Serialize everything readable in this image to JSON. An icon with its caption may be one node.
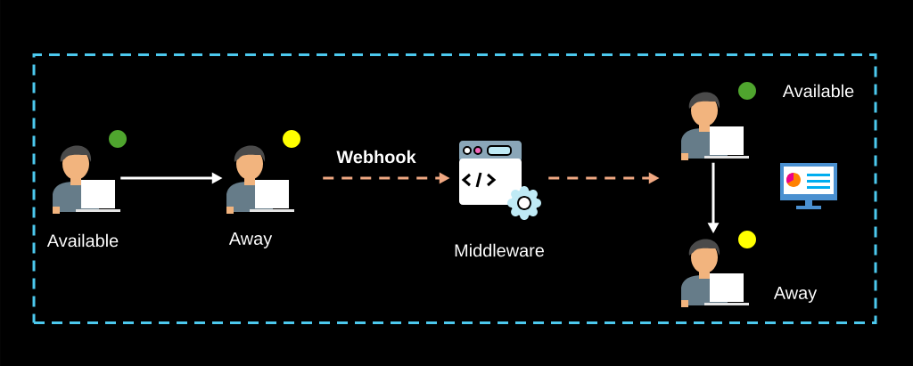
{
  "diagram": {
    "nodes": [
      {
        "text": [],
        "shape": "box"
      },
      {
        "text": [],
        "shape": "person",
        "in": 0,
        "beside": [
          "Available"
        ]
      },
      {
        "text": [],
        "shape": "person",
        "in": 0,
        "beside": [
          "Away"
        ]
      },
      {
        "text": [],
        "shape": "picture",
        "in": 0,
        "beside": [
          "Middleware"
        ]
      },
      {
        "text": [],
        "shape": "person",
        "in": 0,
        "beside": [
          "Available"
        ]
      },
      {
        "text": [],
        "shape": "person",
        "in": 0,
        "beside": [
          "Away"
        ]
      }
    ],
    "edges": [
      {
        "from": 1,
        "to": 2,
        "arrow": "to"
      },
      {
        "from": 2,
        "to": 3,
        "arrow": "to",
        "label": "Webhook",
        "style": "dashed",
        "color": "#f0a882"
      },
      {
        "from": 3,
        "to": 4,
        "arrow": "to",
        "style": "dashed",
        "color": "#f0a882"
      },
      {
        "from": 4,
        "to": 5,
        "arrow": "to"
      }
    ]
  }
}
